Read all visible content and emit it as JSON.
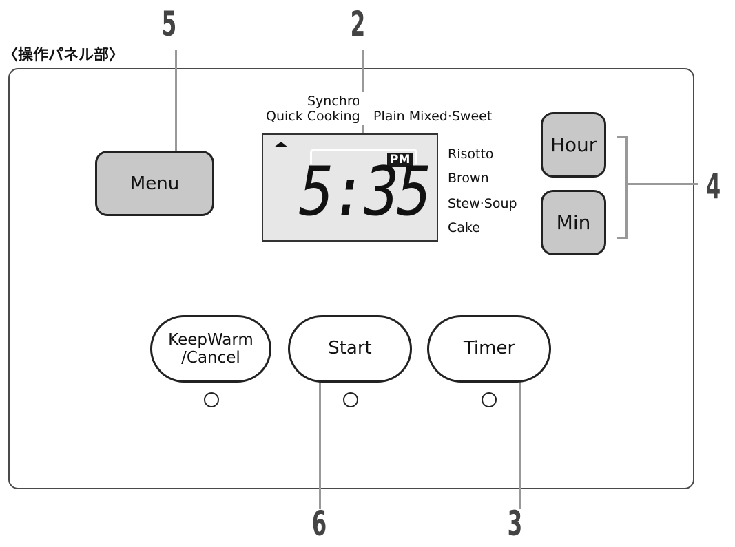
{
  "heading": "〈操作パネル部〉",
  "callouts": [
    "5",
    "2",
    "4",
    "6",
    "3"
  ],
  "buttons": {
    "menu": "Menu",
    "hour": "Hour",
    "min": "Min",
    "keep_warm_cancel": "KeepWarm\n/Cancel",
    "start": "Start",
    "timer": "Timer"
  },
  "display": {
    "time": "5:35",
    "ampm": "PM"
  },
  "menu_labels": {
    "synchro": "Synchro",
    "quick_cooking": "Quick Cooking",
    "plain": "Plain",
    "mixed_sweet": "Mixed·Sweet",
    "risotto": "Risotto",
    "brown": "Brown",
    "stew_soup": "Stew·Soup",
    "cake": "Cake"
  }
}
